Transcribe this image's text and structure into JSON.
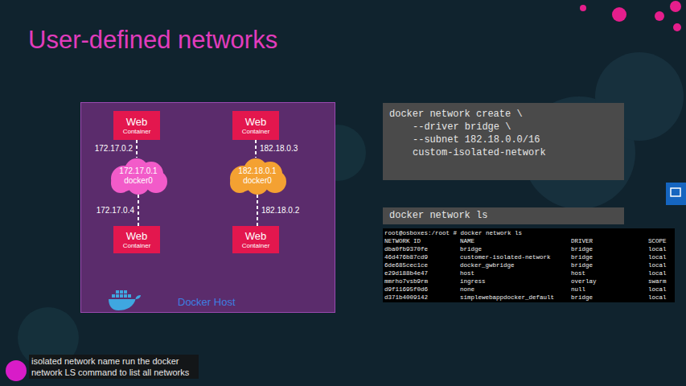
{
  "diagram": {
    "title": "User-defined networks",
    "caption": "isolated network name run the docker network LS command to list all networks",
    "nodes": [
      {
        "text": [
          "Docker Host"
        ]
      },
      {
        "text": [
          "Web",
          "Container"
        ],
        "in": 0
      },
      {
        "text": [
          "172.17.0.1",
          "docker0"
        ],
        "in": 0
      },
      {
        "text": [
          "Web",
          "Container"
        ],
        "in": 0
      },
      {
        "text": [
          "Web",
          "Container"
        ],
        "in": 0
      },
      {
        "text": [
          "182.18.0.1",
          "docker0"
        ],
        "in": 0
      },
      {
        "text": [
          "Web",
          "Container"
        ],
        "in": 0
      },
      {
        "text": [
          "docker network create \\",
          "--driver bridge \\",
          "--subnet 182.18.0.0/16",
          "custom-isolated-network"
        ]
      },
      {
        "text": [
          "docker network ls"
        ]
      },
      {
        "text": [
          "root@osboxes:/root # docker network ls",
          "NETWORK ID",
          "NAME",
          "DRIVER",
          "SCOPE",
          "dba0fb9370fe",
          "bridge",
          "bridge",
          "local",
          "46d476b87cd9",
          "customer-isolated-network",
          "bridge",
          "local",
          "6de685cec1ce",
          "docker_gwbridge",
          "bridge",
          "local",
          "e29d188b4e47",
          "host",
          "host",
          "local",
          "mmrho7vsb9rm",
          "ingress",
          "overlay",
          "swarm",
          "d9f11695f0d6",
          "none",
          "null",
          "local",
          "d371b4009142",
          "simplewebappdocker_default",
          "bridge",
          "local"
        ]
      }
    ],
    "edges": [
      {
        "from": 1,
        "to": 2,
        "label": "172.17.0.2",
        "arrow": "none"
      },
      {
        "from": 2,
        "to": 3,
        "label": "172.17.0.4",
        "arrow": "none"
      },
      {
        "from": 4,
        "to": 5,
        "label": "182.18.0.3",
        "arrow": "none"
      },
      {
        "from": 5,
        "to": 6,
        "label": "182.18.0.2",
        "arrow": "none"
      }
    ]
  }
}
